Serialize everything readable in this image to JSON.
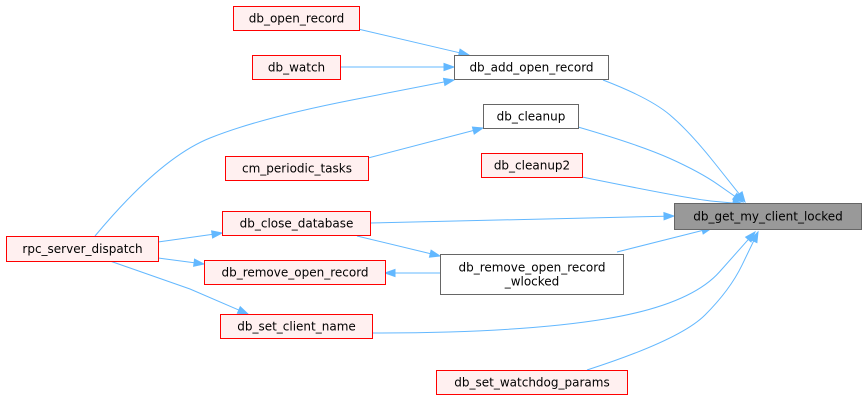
{
  "diagram": {
    "nodes": [
      {
        "id": "main",
        "lines": [
          "db_get_my_client_locked"
        ],
        "style": "focus"
      },
      {
        "id": "db_open_record",
        "lines": [
          "db_open_record"
        ],
        "style": "red"
      },
      {
        "id": "db_watch",
        "lines": [
          "db_watch"
        ],
        "style": "red"
      },
      {
        "id": "db_add_open_record",
        "lines": [
          "db_add_open_record"
        ],
        "style": "plain"
      },
      {
        "id": "db_cleanup",
        "lines": [
          "db_cleanup"
        ],
        "style": "plain"
      },
      {
        "id": "cm_periodic_tasks",
        "lines": [
          "cm_periodic_tasks"
        ],
        "style": "red"
      },
      {
        "id": "db_cleanup2",
        "lines": [
          "db_cleanup2"
        ],
        "style": "red"
      },
      {
        "id": "db_close_database",
        "lines": [
          "db_close_database"
        ],
        "style": "red"
      },
      {
        "id": "rpc_server_dispatch",
        "lines": [
          "rpc_server_dispatch"
        ],
        "style": "red"
      },
      {
        "id": "db_remove_open_record",
        "lines": [
          "db_remove_open_record"
        ],
        "style": "red"
      },
      {
        "id": "db_remove_open_record_wlocked",
        "lines": [
          "db_remove_open_record",
          "_wlocked"
        ],
        "style": "plain"
      },
      {
        "id": "db_set_client_name",
        "lines": [
          "db_set_client_name"
        ],
        "style": "red"
      },
      {
        "id": "db_set_watchdog_params",
        "lines": [
          "db_set_watchdog_params"
        ],
        "style": "red"
      }
    ],
    "edges": [
      {
        "from": "db_add_open_record",
        "to": "main"
      },
      {
        "from": "db_cleanup",
        "to": "main"
      },
      {
        "from": "db_cleanup2",
        "to": "main"
      },
      {
        "from": "db_close_database",
        "to": "main"
      },
      {
        "from": "db_remove_open_record_wlocked",
        "to": "main"
      },
      {
        "from": "db_set_client_name",
        "to": "main"
      },
      {
        "from": "db_set_watchdog_params",
        "to": "main"
      },
      {
        "from": "db_open_record",
        "to": "db_add_open_record"
      },
      {
        "from": "db_watch",
        "to": "db_add_open_record"
      },
      {
        "from": "rpc_server_dispatch",
        "to": "db_add_open_record"
      },
      {
        "from": "cm_periodic_tasks",
        "to": "db_cleanup"
      },
      {
        "from": "rpc_server_dispatch",
        "to": "db_close_database"
      },
      {
        "from": "db_close_database",
        "to": "db_remove_open_record_wlocked"
      },
      {
        "from": "db_remove_open_record",
        "to": "db_remove_open_record_wlocked"
      },
      {
        "from": "rpc_server_dispatch",
        "to": "db_remove_open_record"
      },
      {
        "from": "rpc_server_dispatch",
        "to": "db_set_client_name"
      }
    ],
    "colors": {
      "edge": "#63b8ff",
      "focus_fill": "#999999",
      "focus_stroke": "#666666",
      "red_fill": "#fff0f0",
      "red_stroke": "#ff0000",
      "plain_fill": "#ffffff",
      "plain_stroke": "#666666"
    }
  }
}
